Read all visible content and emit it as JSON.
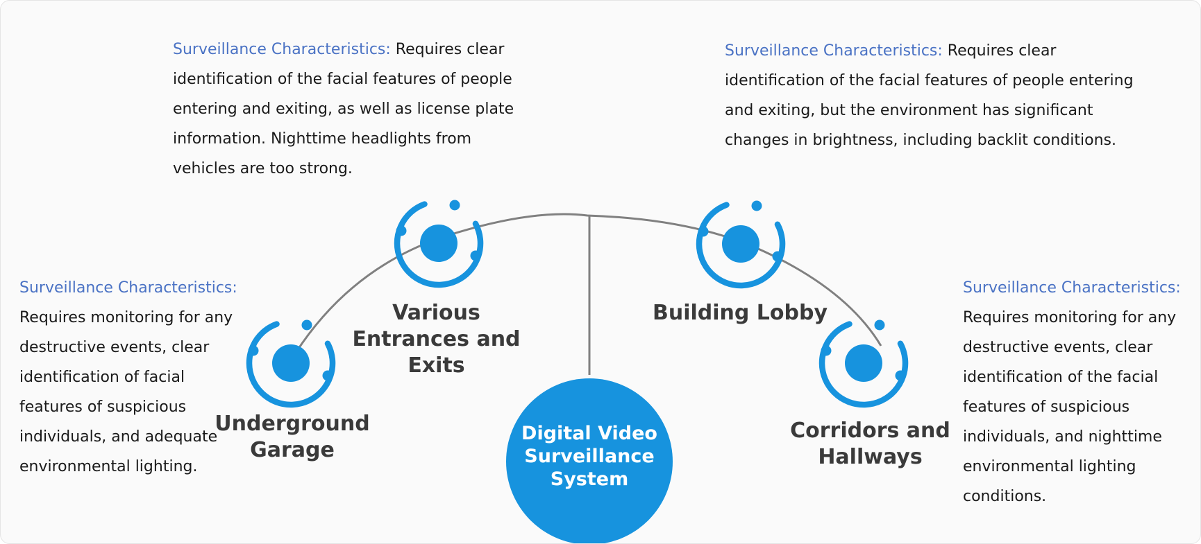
{
  "colors": {
    "accent": "#1793de",
    "highlight_text": "#4a72c4",
    "connector": "#808080",
    "label_text": "#3a3a3a"
  },
  "center": {
    "label": "Digital Video Surveillance System"
  },
  "nodes": [
    {
      "icon": "camera-target-icon",
      "label": "Underground Garage",
      "desc_lead": "Surveillance Characteristics:",
      "desc_text": "Requires monitoring for any destructive events, clear identification of facial features of suspicious individuals, and adequate environmental lighting."
    },
    {
      "icon": "camera-target-icon",
      "label": "Various Entrances and Exits",
      "desc_lead": "Surveillance Characteristics:",
      "desc_text": "Requires clear identification of the facial features of people entering and exiting, as well as license plate information. Nighttime headlights from vehicles are too strong."
    },
    {
      "icon": "camera-target-icon",
      "label": "Building Lobby",
      "desc_lead": "Surveillance Characteristics:",
      "desc_text": "Requires clear identification of the facial features of people entering and exiting, but the environment has significant changes in brightness, including backlit conditions."
    },
    {
      "icon": "camera-target-icon",
      "label": "Corridors and Hallways",
      "desc_lead": "Surveillance Characteristics:",
      "desc_text": "Requires monitoring for any destructive events, clear identification of the facial features of suspicious individuals, and nighttime environmental lighting conditions."
    }
  ]
}
